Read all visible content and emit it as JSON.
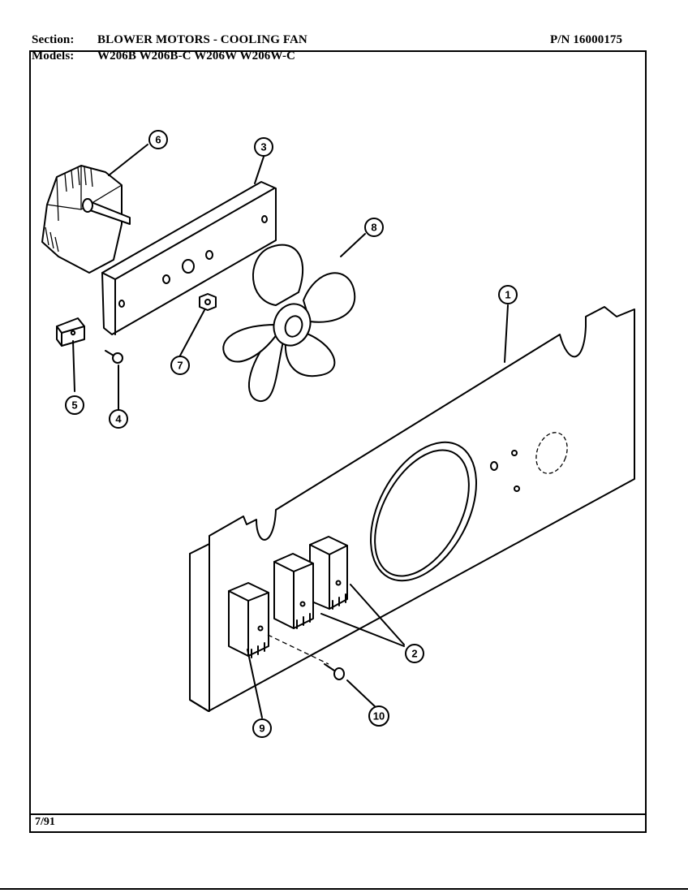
{
  "header": {
    "section_label": "Section:",
    "section_value": "BLOWER MOTORS - COOLING FAN",
    "part_number": "P/N 16000175",
    "models_label": "Models:",
    "models_value": "W206B  W206B-C  W206W  W206W-C"
  },
  "footer": {
    "date": "7/91"
  },
  "callouts": [
    "1",
    "2",
    "3",
    "4",
    "5",
    "6",
    "7",
    "8",
    "9",
    "10"
  ]
}
